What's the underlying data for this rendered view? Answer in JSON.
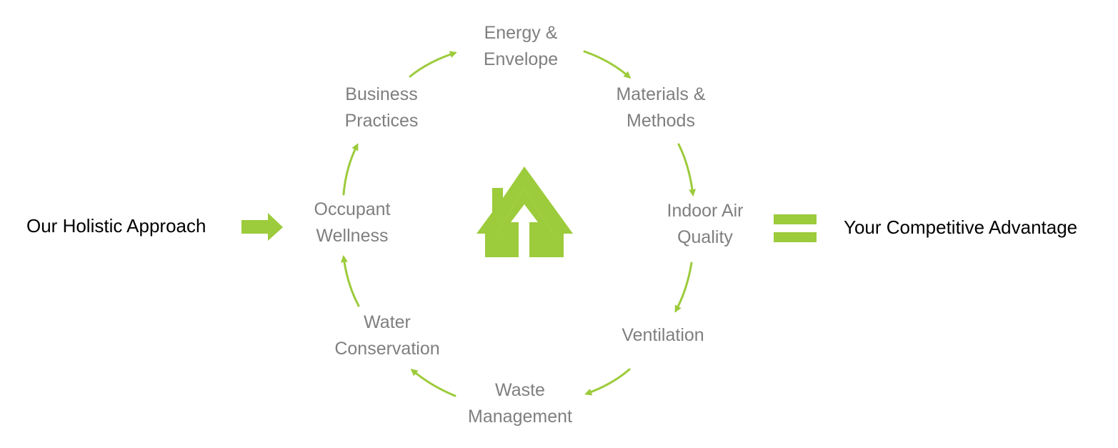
{
  "left_label": "Our Holistic Approach",
  "right_label": "Your Competitive Advantage",
  "cycle_nodes": [
    {
      "id": "energy",
      "lines": [
        "Energy &",
        "Envelope"
      ]
    },
    {
      "id": "materials",
      "lines": [
        "Materials &",
        "Methods"
      ]
    },
    {
      "id": "indoor-air",
      "lines": [
        "Indoor Air",
        "Quality"
      ]
    },
    {
      "id": "ventilation",
      "lines": [
        "Ventilation"
      ]
    },
    {
      "id": "waste",
      "lines": [
        "Waste",
        "Management"
      ]
    },
    {
      "id": "water",
      "lines": [
        "Water",
        "Conservation"
      ]
    },
    {
      "id": "occupant",
      "lines": [
        "Occupant",
        "Wellness"
      ]
    },
    {
      "id": "business",
      "lines": [
        "Business",
        "Practices"
      ]
    }
  ],
  "colors": {
    "accent": "#9ccb3b",
    "node_text": "#7f7f7f",
    "side_text": "#000000"
  },
  "icons": {
    "center": "house-with-arrow-icon",
    "input": "right-arrow-icon",
    "output": "equals-icon"
  }
}
